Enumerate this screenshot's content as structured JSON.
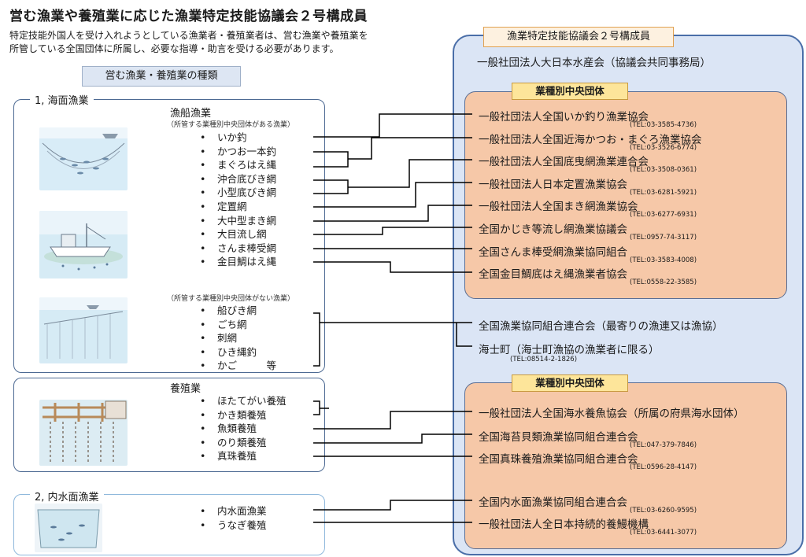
{
  "title": "営む漁業や養殖業に応じた漁業特定技能協議会２号構成員",
  "intro": [
    "特定技能外国人を受け入れようとしている漁業者・養殖業者は、営む漁業や養殖業を",
    "所管している全国団体に所属し、必要な指導・助言を受ける必要があります。"
  ],
  "left_caption": "営む漁業・養殖業の種類",
  "sections": {
    "marine_label": "1,  海面漁業",
    "fishing_title": "漁船漁業",
    "with_org_note": "（所管する業種別中央団体がある漁業）",
    "with_org_items": [
      "いか釣",
      "かつお一本釣",
      "まぐろはえ縄",
      "沖合底びき網",
      "小型底びき網",
      "定置網",
      "大中型まき網",
      "大目流し網",
      "さんま棒受網",
      "金目鯛はえ縄"
    ],
    "without_org_note": "（所管する業種別中央団体がない漁業）",
    "without_org_items": [
      "船びき網",
      "ごち網",
      "刺網",
      "ひき縄釣",
      "かご　　　等"
    ],
    "aquaculture_title": "養殖業",
    "aquaculture_items": [
      "ほたてがい養殖",
      "かき類養殖",
      "魚類養殖",
      "のり類養殖",
      "真珠養殖"
    ],
    "inland_label": "2,  内水面漁業",
    "inland_items": [
      "内水面漁業",
      "うなぎ養殖"
    ]
  },
  "council": {
    "caption": "漁業特定技能協議会２号構成員",
    "secretariat": "一般社団法人大日本水産会（協議会共同事務局）",
    "group_label": "業種別中央団体",
    "group1": [
      {
        "name": "一般社団法人全国いか釣り漁業協会",
        "tel": "(TEL:03-3585-4736)"
      },
      {
        "name": "一般社団法人全国近海かつお・まぐろ漁業協会",
        "tel": "(TEL:03-3526-6774)"
      },
      {
        "name": "一般社団法人全国底曳網漁業連合会",
        "tel": "(TEL:03-3508-0361)"
      },
      {
        "name": "一般社団法人日本定置漁業協会",
        "tel": "(TEL:03-6281-5921)"
      },
      {
        "name": "一般社団法人全国まき網漁業協会",
        "tel": "(TEL:03-6277-6931)"
      },
      {
        "name": "全国かじき等流し網漁業協議会",
        "tel": "(TEL:0957-74-3117)"
      },
      {
        "name": "全国さんま棒受網漁業協同組合",
        "tel": "(TEL:03-3583-4008)"
      },
      {
        "name": "全国金目鯛底はえ縄漁業者協会",
        "tel": "(TEL:0558-22-3585)"
      }
    ],
    "middle": [
      {
        "name": "全国漁業協同組合連合会（最寄りの漁連又は漁協）",
        "tel": ""
      },
      {
        "name": "海士町（海士町漁協の漁業者に限る）",
        "tel": "(TEL:08514-2-1826)"
      }
    ],
    "group2": [
      {
        "name": "一般社団法人全国海水養魚協会（所属の府県海水団体）",
        "tel": ""
      },
      {
        "name": "全国海苔貝類漁業協同組合連合会",
        "tel": "(TEL:047-379-7846)"
      },
      {
        "name": "全国真珠養殖漁業協同組合連合会",
        "tel": "(TEL:0596-28-4147)"
      },
      {
        "name": "全国内水面漁業協同組合連合会",
        "tel": "(TEL:03-6260-9595)"
      },
      {
        "name": "一般社団法人全日本持続的養鰻機構",
        "tel": "(TEL:03-6441-3077)"
      }
    ]
  },
  "colors": {
    "council_bg": "#dbe5f5",
    "council_border": "#4a6ea8",
    "org_box_bg": "#f6c8a8",
    "org_label_bg": "#fde59a",
    "connector": "#000000"
  }
}
